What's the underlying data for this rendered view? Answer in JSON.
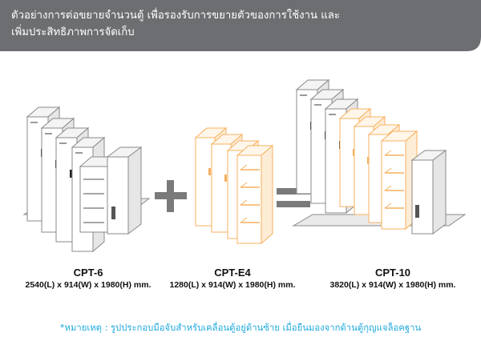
{
  "banner": {
    "line1": "ตัวอย่างการต่อขยายจำนวนตู้ เพื่อรองรับการขยายตัวของการใช้งาน และ",
    "line2": "เพิ่มประสิทธิภาพการจัดเก็บ",
    "color": "#6d6e71"
  },
  "products": [
    {
      "name": "CPT-6",
      "spec": "2540(L) x 914(W) x 1980(H) mm."
    },
    {
      "name": "CPT-E4",
      "spec": "1280(L) x 914(W) x 1980(H) mm."
    },
    {
      "name": "CPT-10",
      "spec": "3820(L) x 914(W) x 1980(H) mm."
    }
  ],
  "operators": {
    "plus_icon": "plus-icon",
    "equals_icon": "equals-icon"
  },
  "colors": {
    "cabinet_gray": "#8a8a8a",
    "expansion_orange": "#f7b15f",
    "operator_gray": "#7a7a7a",
    "note_blue": "#1ea9de"
  },
  "note": "*หมายเหตุ : รูปประกอบมือจับสำหรับเคลื่อนตู้อยู่ด้านซ้าย เมื่อยืนมองจากด้านตู้กุญแจล็อคฐาน"
}
